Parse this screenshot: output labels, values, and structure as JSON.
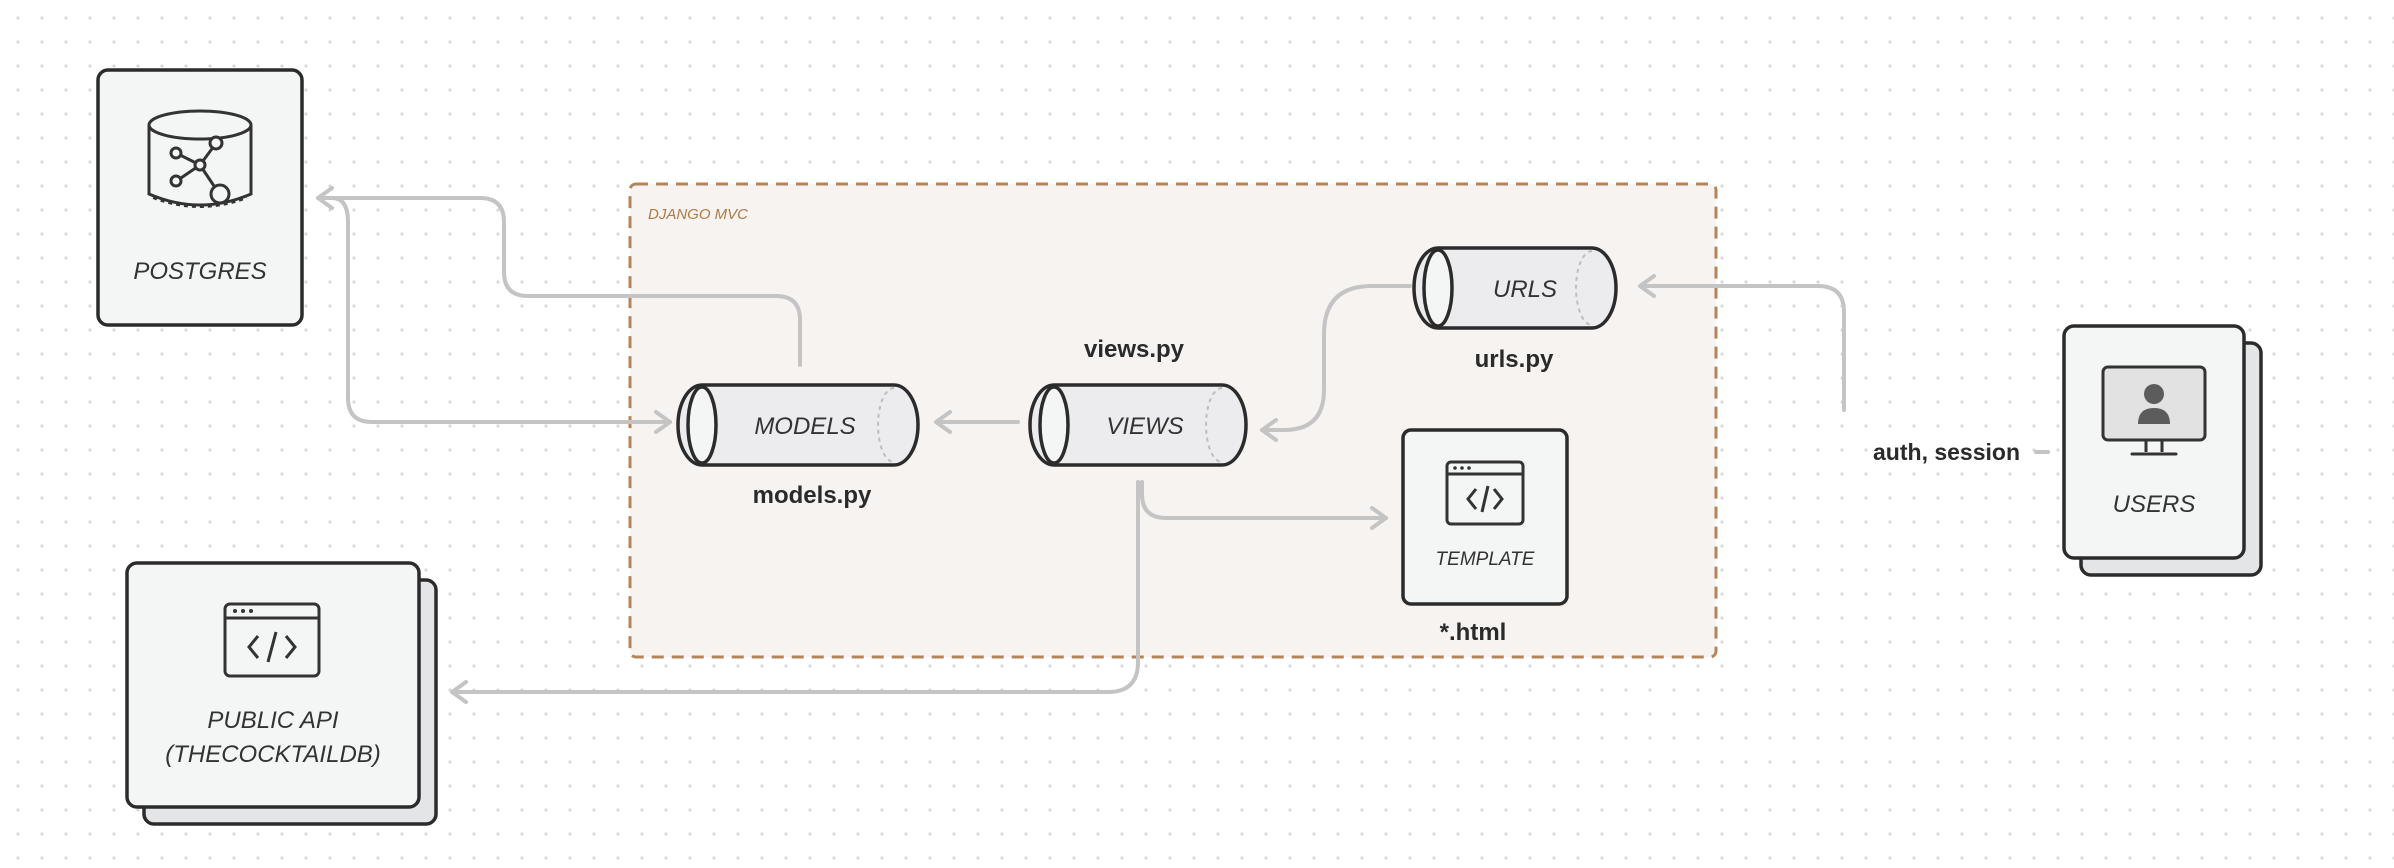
{
  "group": {
    "label": "DJANGO MVC",
    "border_color": "#b5855a",
    "fill_color": "#f6f3f0"
  },
  "nodes": {
    "postgres": {
      "label": "POSTGRES"
    },
    "public_api": {
      "label_line1": "PUBLIC API",
      "label_line2": "(THECOCKTAILDB)"
    },
    "models": {
      "label": "MODELS",
      "file": "models.py"
    },
    "views": {
      "label": "VIEWS",
      "file": "views.py"
    },
    "urls": {
      "label": "URLS",
      "file": "urls.py"
    },
    "template": {
      "label": "TEMPLATE",
      "file": "*.html"
    },
    "users": {
      "label": "USERS",
      "edge_label": "auth, session"
    }
  },
  "colors": {
    "stroke": "#2b2b2b",
    "arrow": "#c4c4c4",
    "node_fill": "#f4f5f5",
    "cylinder_fill": "#ececee"
  }
}
